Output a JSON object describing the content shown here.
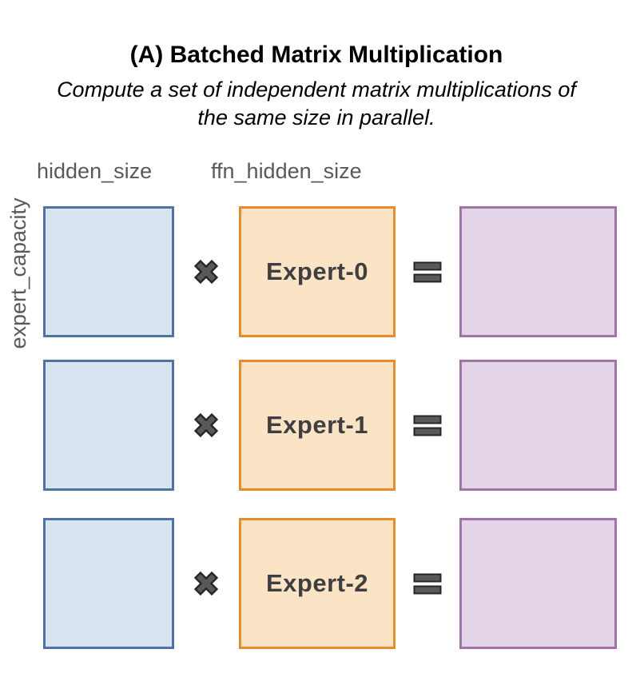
{
  "figure": {
    "title": "(A) Batched Matrix Multiplication",
    "subtitle_lines": [
      "Compute a set of independent matrix multiplications of",
      "the same size in parallel."
    ]
  },
  "dimension_labels": {
    "hidden_size": "hidden_size",
    "ffn_hidden_size": "ffn_hidden_size",
    "expert_capacity": "expert_capacity"
  },
  "rows": [
    {
      "expert_label": "Expert-0"
    },
    {
      "expert_label": "Expert-1"
    },
    {
      "expert_label": "Expert-2"
    }
  ],
  "icons": {
    "multiply": "multiply-icon",
    "equals": "equals-icon"
  },
  "colors": {
    "input-fill": "#d9e4f1",
    "input-border": "#4e74a7",
    "expert-fill": "#fbe3c5",
    "expert-border": "#e78c2d",
    "output-fill": "#e4d6e8",
    "output-border": "#a174a8",
    "label-gray": "#595959",
    "operator-fill": "#595959",
    "operator-stroke": "#262626",
    "expert-text": "#3f3f3f"
  }
}
